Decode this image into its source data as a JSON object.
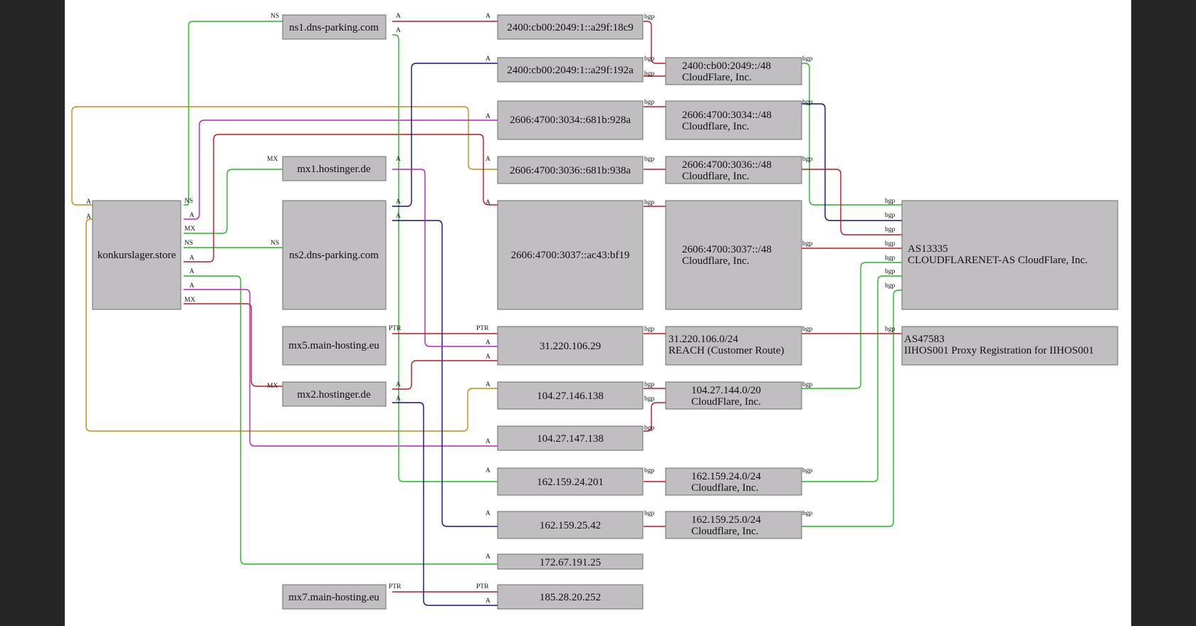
{
  "colors": {
    "red": "#c0161e",
    "green": "#22b822",
    "navy": "#101080",
    "magenta": "#c020b0",
    "orange": "#c88a10"
  },
  "nodes": {
    "domain": "konkurslager.store",
    "ns1": "ns1.dns-parking.com",
    "ns2": "ns2.dns-parking.com",
    "mx1": "mx1.hostinger.de",
    "mx2": "mx2.hostinger.de",
    "mx5": "mx5.main-hosting.eu",
    "mx7": "mx7.main-hosting.eu",
    "ip6_18c9": "2400:cb00:2049:1::a29f:18c9",
    "ip6_192a": "2400:cb00:2049:1::a29f:192a",
    "ip6_928a": "2606:4700:3034::681b:928a",
    "ip6_938a": "2606:4700:3036::681b:938a",
    "ip6_bf19": "2606:4700:3037::ac43:bf19",
    "ip_31": "31.220.106.29",
    "ip_104_146": "104.27.146.138",
    "ip_104_147": "104.27.147.138",
    "ip_162_24": "162.159.24.201",
    "ip_162_25": "162.159.25.42",
    "ip_172": "172.67.191.25",
    "ip_185": "185.28.20.252",
    "net_2400": [
      "2400:cb00:2049::/48",
      "CloudFlare, Inc."
    ],
    "net_3034": [
      "2606:4700:3034::/48",
      "Cloudflare, Inc."
    ],
    "net_3036": [
      "2606:4700:3036::/48",
      "Cloudflare, Inc."
    ],
    "net_3037": [
      "2606:4700:3037::/48",
      "Cloudflare, Inc."
    ],
    "net_31": [
      "31.220.106.0/24",
      "REACH (Customer Route)"
    ],
    "net_104": [
      "104.27.144.0/20",
      "CloudFlare, Inc."
    ],
    "net_162_24": [
      "162.159.24.0/24",
      "Cloudflare, Inc."
    ],
    "net_162_25": [
      "162.159.25.0/24",
      "Cloudflare, Inc."
    ],
    "as13335": [
      "AS13335",
      "CLOUDFLARENET-AS CloudFlare, Inc."
    ],
    "as47583": [
      "AS47583",
      "IIHOS001 Proxy Registration for IIHOS001"
    ]
  },
  "edge_labels": {
    "a": "A",
    "ns": "NS",
    "mx": "MX",
    "ptr": "PTR",
    "bgp": "bgp"
  }
}
